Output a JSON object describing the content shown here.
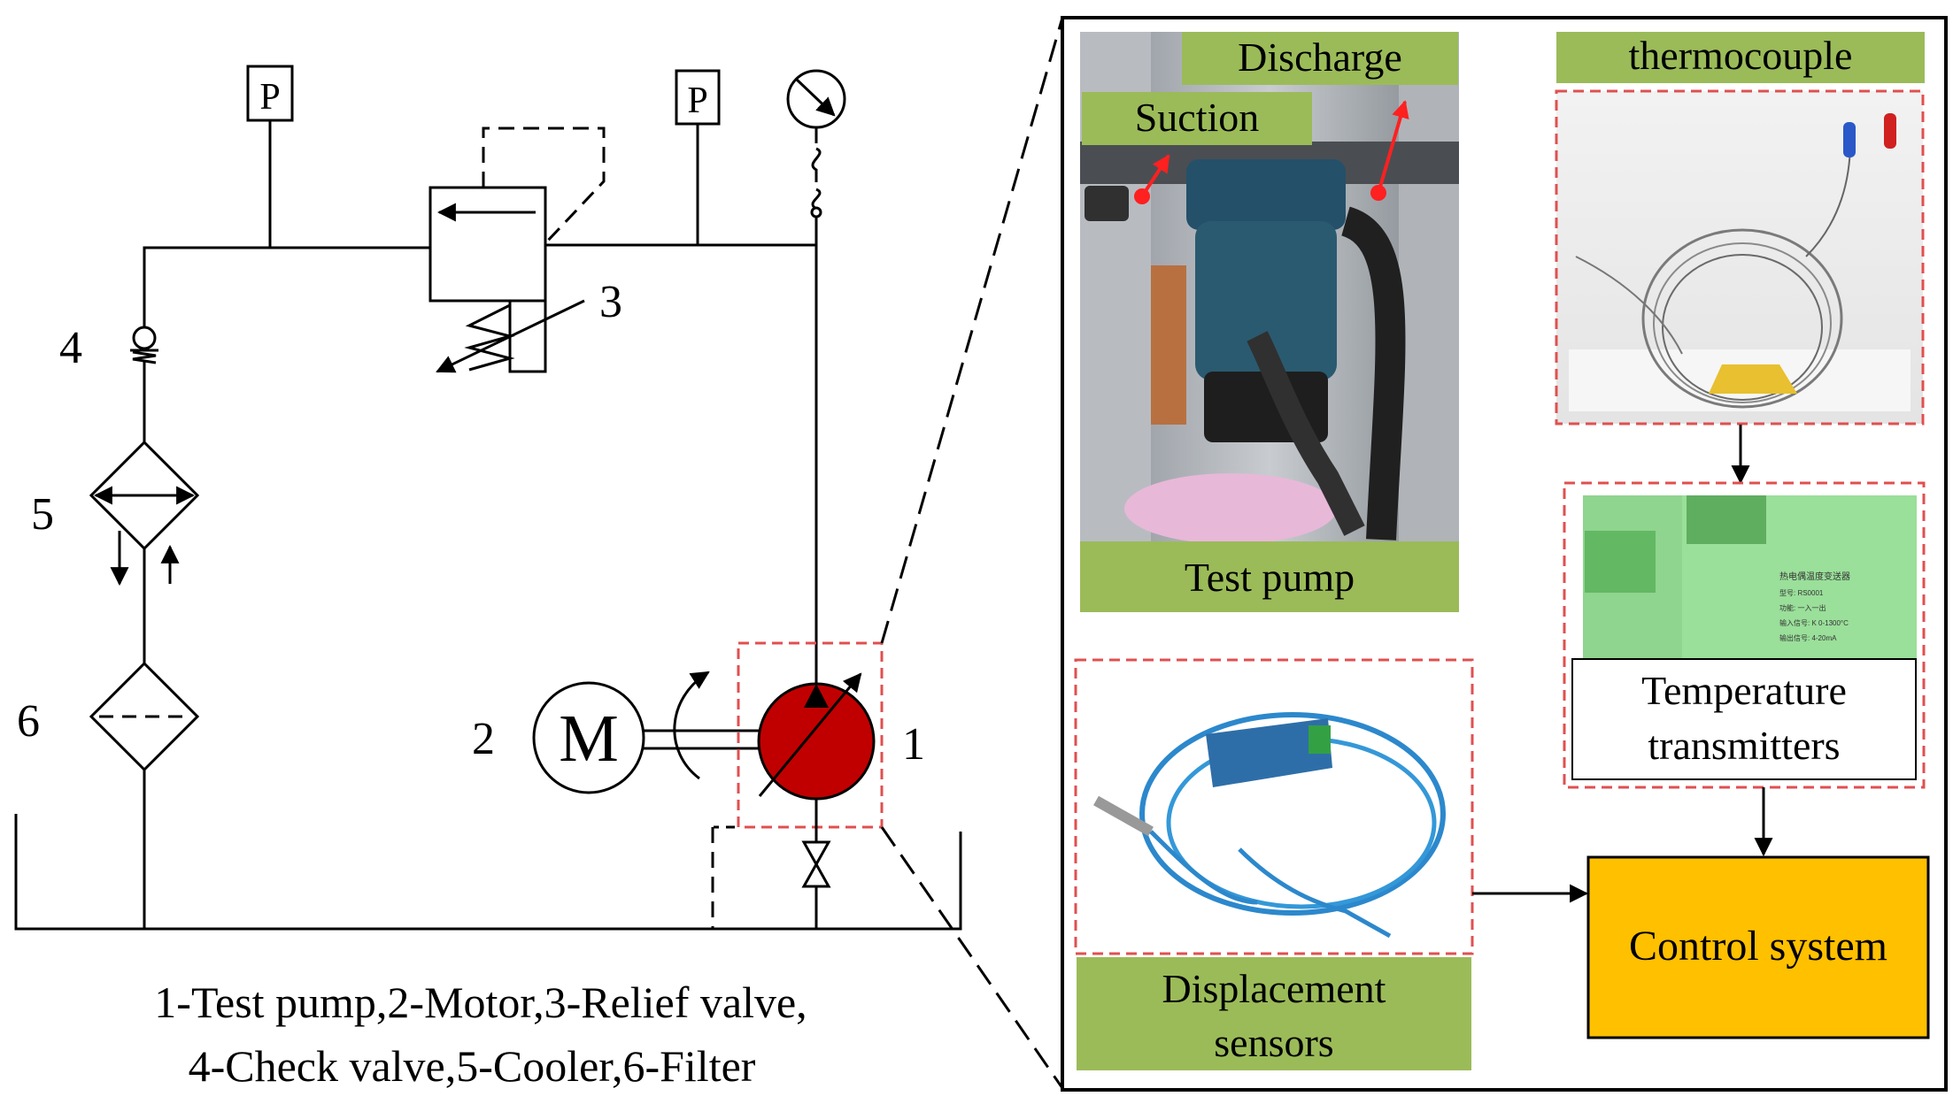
{
  "hydraulic_schematic": {
    "component_numbers": {
      "test_pump": "1",
      "motor": "2",
      "relief_valve": "3",
      "check_valve": "4",
      "cooler": "5",
      "filter": "6"
    },
    "motor_symbol": "M",
    "gauge_symbol": "P",
    "legend_line1": "1-Test pump,2-Motor,3-Relief valve,",
    "legend_line2": "4-Check valve,5-Cooler,6-Filter"
  },
  "test_rig": {
    "labels": {
      "discharge": "Discharge",
      "suction": "Suction",
      "test_pump": "Test pump",
      "thermocouple": "thermocouple",
      "temperature_transmitters_line1": "Temperature",
      "temperature_transmitters_line2": "transmitters",
      "displacement_sensors_line1": "Displacement",
      "displacement_sensors_line2": "sensors",
      "control_system": "Control system"
    },
    "transmitter_label_text": [
      "热电偶温度变送器",
      "型号: RS0001",
      "功能: 一入一出",
      "输入信号: K 0-1300°C",
      "输出信号: 4-20mA"
    ]
  },
  "colors": {
    "label_green": "#9bbb59",
    "control_yellow": "#ffc000",
    "pump_red": "#c00000",
    "dashed_red": "#e05050",
    "arrow_red": "#ff2020"
  }
}
